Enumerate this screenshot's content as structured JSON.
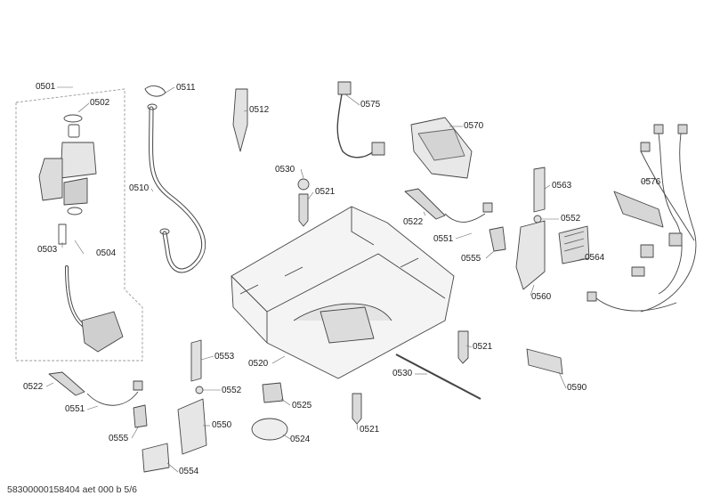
{
  "footer": "58300000158404 aet 000 b 5/6",
  "parts": {
    "p0501": "0501",
    "p0502": "0502",
    "p0503": "0503",
    "p0504": "0504",
    "p0510": "0510",
    "p0511": "0511",
    "p0512": "0512",
    "p0575": "0575",
    "p0570": "0570",
    "p0530a": "0530",
    "p0521a": "0521",
    "p0522a": "0522",
    "p0551a": "0551",
    "p0555a": "0555",
    "p0563": "0563",
    "p0552a": "0552",
    "p0564": "0564",
    "p0560": "0560",
    "p0576": "0576",
    "p0520": "0520",
    "p0521b": "0521",
    "p0530b": "0530",
    "p0590": "0590",
    "p0553": "0553",
    "p0552b": "0552",
    "p0525": "0525",
    "p0550": "0550",
    "p0524": "0524",
    "p0521c": "0521",
    "p0555b": "0555",
    "p0554": "0554",
    "p0522b": "0522",
    "p0551b": "0551"
  }
}
